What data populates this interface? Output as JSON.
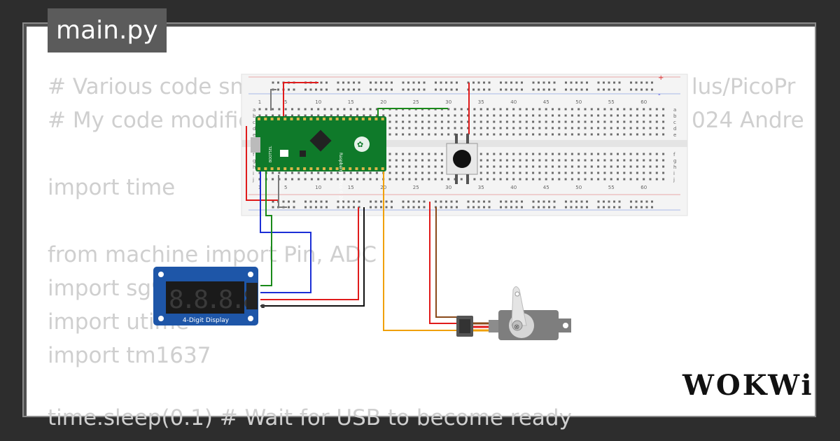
{
  "tab": {
    "label": "main.py"
  },
  "code": {
    "lines": [
      "# Various code sni",
      "# My code modific",
      "",
      "import time",
      "",
      "from machine import Pin, ADC",
      "import sg9",
      "import utime",
      "import tm1637",
      "",
      "time.sleep(0.1) # Wait for USB to become ready"
    ],
    "right_fragments": [
      "lus/PicoPr",
      "024 Andre"
    ]
  },
  "breadboard": {
    "column_labels": [
      "1",
      "5",
      "10",
      "15",
      "20",
      "25",
      "30",
      "35",
      "40",
      "45",
      "50",
      "55",
      "60"
    ],
    "row_labels_top": [
      "a",
      "b",
      "c",
      "d",
      "e"
    ],
    "row_labels_bottom": [
      "f",
      "g",
      "h",
      "i",
      "j"
    ],
    "rail_plus": "+",
    "rail_minus": "-"
  },
  "pico": {
    "label": "Raspberry Pi Pico © 2020",
    "bootsel": "BOOTSEL"
  },
  "display": {
    "label": "4-Digit Display",
    "digits": "8.8.8.8."
  },
  "brand": {
    "logo": "WOKWi"
  },
  "colors": {
    "wire_red": "#e01b1b",
    "wire_black": "#111111",
    "wire_green": "#1a8a1a",
    "wire_blue": "#1c2fd6",
    "wire_orange": "#f0a000",
    "wire_brown": "#8a4a1a",
    "wire_gray": "#7a7a7a",
    "pico_green": "#0f7a2a",
    "display_blue": "#1e56a8",
    "breadboard": "#f4f4f4"
  }
}
